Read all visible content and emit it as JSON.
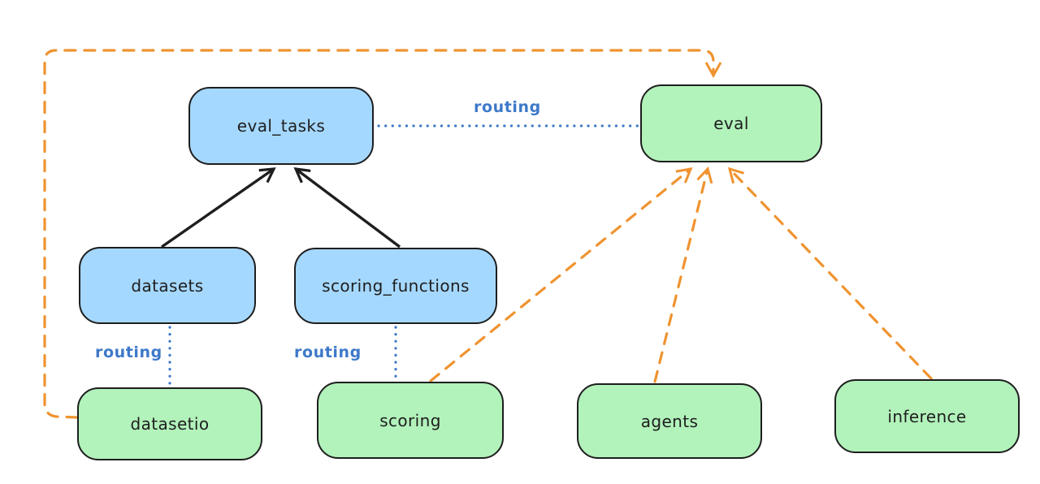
{
  "colors": {
    "background": "#ffffff",
    "node_blue_fill": "#a5d8ff",
    "node_green_fill": "#b2f2bb",
    "node_border": "#1e1e1e",
    "arrow_black": "#1e1e1e",
    "arrow_orange": "#ef9330",
    "routing_blue": "#3e79c9"
  },
  "nodes": {
    "eval_tasks": {
      "label": "eval_tasks",
      "color": "blue"
    },
    "eval": {
      "label": "eval",
      "color": "green"
    },
    "datasets": {
      "label": "datasets",
      "color": "blue"
    },
    "scoring_functions": {
      "label": "scoring_functions",
      "color": "blue"
    },
    "datasetio": {
      "label": "datasetio",
      "color": "green"
    },
    "scoring": {
      "label": "scoring",
      "color": "green"
    },
    "agents": {
      "label": "agents",
      "color": "green"
    },
    "inference": {
      "label": "inference",
      "color": "green"
    }
  },
  "edge_labels": {
    "eval_tasks_eval": "routing",
    "datasets_datasetio": "routing",
    "scoring_functions_scoring": "routing"
  },
  "edges": [
    {
      "from": "datasets",
      "to": "eval_tasks",
      "style": "solid",
      "color": "black",
      "arrowhead": true
    },
    {
      "from": "scoring_functions",
      "to": "eval_tasks",
      "style": "solid",
      "color": "black",
      "arrowhead": true
    },
    {
      "from": "eval_tasks",
      "to": "eval",
      "style": "dotted",
      "color": "blue",
      "label": "routing",
      "arrowhead": false
    },
    {
      "from": "datasets",
      "to": "datasetio",
      "style": "dotted",
      "color": "blue",
      "label": "routing",
      "arrowhead": false
    },
    {
      "from": "scoring_functions",
      "to": "scoring",
      "style": "dotted",
      "color": "blue",
      "label": "routing",
      "arrowhead": false
    },
    {
      "from": "scoring",
      "to": "eval",
      "style": "dashed",
      "color": "orange",
      "arrowhead": true
    },
    {
      "from": "agents",
      "to": "eval",
      "style": "dashed",
      "color": "orange",
      "arrowhead": true
    },
    {
      "from": "inference",
      "to": "eval",
      "style": "dashed",
      "color": "orange",
      "arrowhead": true
    },
    {
      "from": "datasetio",
      "to": "eval",
      "style": "dashed",
      "color": "orange",
      "arrowhead": true,
      "route": "around-left-and-top"
    }
  ]
}
